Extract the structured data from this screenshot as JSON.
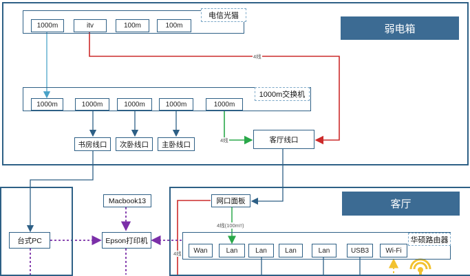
{
  "zones": {
    "weak_box": "弱电箱",
    "living_room": "客厅"
  },
  "modem": {
    "title": "电信光猫",
    "ports": [
      "1000m",
      "itv",
      "100m",
      "100m"
    ]
  },
  "switch": {
    "title": "1000m交换机",
    "ports": [
      "1000m",
      "1000m",
      "1000m",
      "1000m",
      "1000m"
    ]
  },
  "outlets": {
    "study": "书房线口",
    "second_bedroom": "次卧线口",
    "master_bedroom": "主卧线口",
    "living_room": "客厅线口",
    "panel": "网口面板"
  },
  "devices": {
    "desktop": "台式PC",
    "macbook": "Macbook13",
    "printer": "Epson打印机"
  },
  "router": {
    "title": "华硕路由器",
    "ports": [
      "Wan",
      "Lan",
      "Lan",
      "Lan",
      "Lan",
      "USB3",
      "Wi-Fi"
    ]
  },
  "line_labels": {
    "itv_line": "4线",
    "switch_line": "4线",
    "panel_line": "4线(100m!!)",
    "router_line": "4线"
  },
  "colors": {
    "frame": "#2d5f85",
    "banner": "#3c6b93",
    "red": "#cc2a2a",
    "green": "#2aa84a",
    "purple": "#7b2fa8",
    "teal": "#4aa3c8",
    "wifi_yellow": "#f2c230"
  }
}
